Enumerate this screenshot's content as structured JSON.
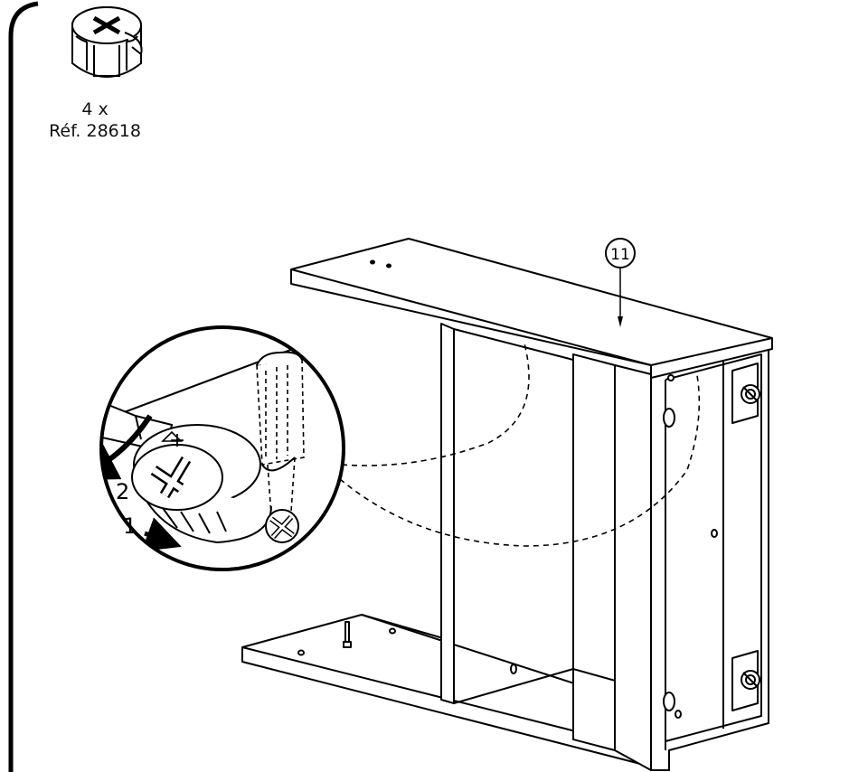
{
  "hardware": {
    "quantity_label": "4 x",
    "reference_label": "Réf. 28618",
    "icon": "cam-lock-fitting-icon"
  },
  "parts": [
    {
      "id": "part-11",
      "number": "11"
    }
  ],
  "steps": [
    {
      "id": "step-1",
      "number": "1"
    },
    {
      "id": "step-2",
      "number": "2"
    }
  ]
}
